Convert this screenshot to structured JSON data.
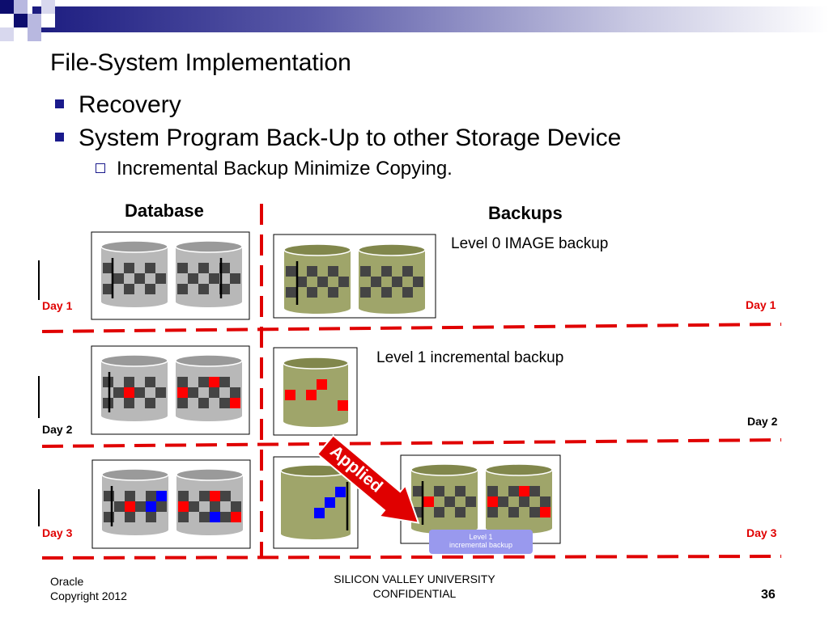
{
  "slide": {
    "title": "File-System Implementation",
    "bullets": [
      "Recovery",
      "System Program Back-Up to other Storage Device"
    ],
    "sub_bullet": "Incremental Backup Minimize Copying."
  },
  "diagram": {
    "database_header": "Database",
    "backups_header": "Backups",
    "level0_label": "Level 0 IMAGE backup",
    "level1_label": "Level 1 incremental backup",
    "applied_label": "Applied",
    "merged_tag": [
      "Level 1",
      "incremental backup"
    ],
    "days": {
      "day1_left": "Day 1",
      "day1_right": "Day 1",
      "day2_left": "Day 2",
      "day2_right": "Day 2",
      "day3_left": "Day 3",
      "day3_right": "Day 3"
    },
    "colors": {
      "separator": "#e00000",
      "db_cylinder": "#b8b8b8",
      "backup_cylinder": "#9fa56a",
      "changed_block_day2": "#ff0000",
      "changed_block_day3": "#0000ff",
      "tag_bg": "#9999ee",
      "applied_arrow": "#e00000"
    }
  },
  "footer": {
    "left_line1": "Oracle",
    "left_line2": "Copyright 2012",
    "center_line1": "SILICON VALLEY UNIVERSITY",
    "center_line2": "CONFIDENTIAL",
    "page_number": "36"
  }
}
